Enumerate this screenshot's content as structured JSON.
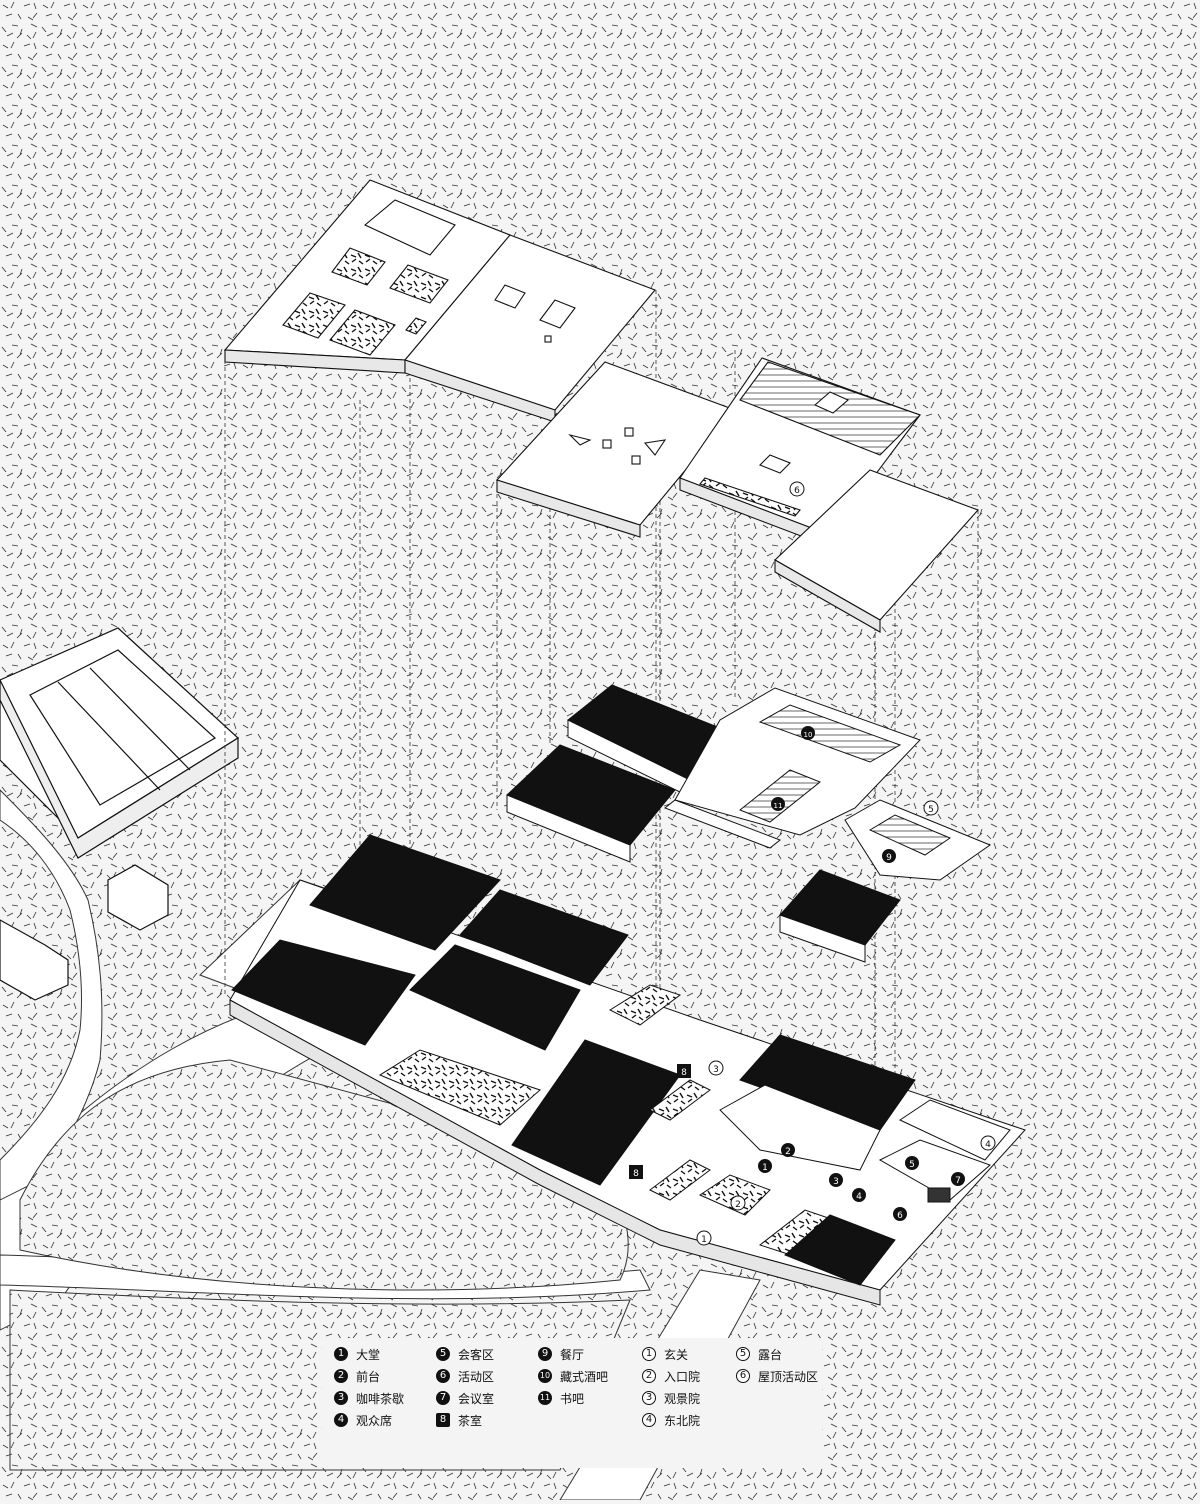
{
  "legend": {
    "spaces": [
      {
        "num": "1",
        "label": "大堂"
      },
      {
        "num": "2",
        "label": "前台"
      },
      {
        "num": "3",
        "label": "咖啡茶歇"
      },
      {
        "num": "4",
        "label": "观众席"
      },
      {
        "num": "5",
        "label": "会客区"
      },
      {
        "num": "6",
        "label": "活动区"
      },
      {
        "num": "7",
        "label": "会议室"
      },
      {
        "num": "8",
        "label": "茶室"
      },
      {
        "num": "9",
        "label": "餐厅"
      },
      {
        "num": "10",
        "label": "藏式酒吧"
      },
      {
        "num": "11",
        "label": "书吧"
      }
    ],
    "outdoor": [
      {
        "num": "1",
        "label": "玄关"
      },
      {
        "num": "2",
        "label": "入口院"
      },
      {
        "num": "3",
        "label": "观景院"
      },
      {
        "num": "4",
        "label": "东北院"
      },
      {
        "num": "5",
        "label": "露台"
      },
      {
        "num": "6",
        "label": "屋顶活动区"
      }
    ]
  },
  "plan_markers": {
    "filled": [
      "1",
      "2",
      "3",
      "4",
      "5",
      "6",
      "7",
      "8",
      "8",
      "9",
      "10",
      "11"
    ],
    "open": [
      "1",
      "2",
      "3",
      "4",
      "5",
      "6"
    ]
  },
  "colors": {
    "ink": "#111111",
    "paper": "#f4f4f4",
    "white": "#ffffff"
  }
}
